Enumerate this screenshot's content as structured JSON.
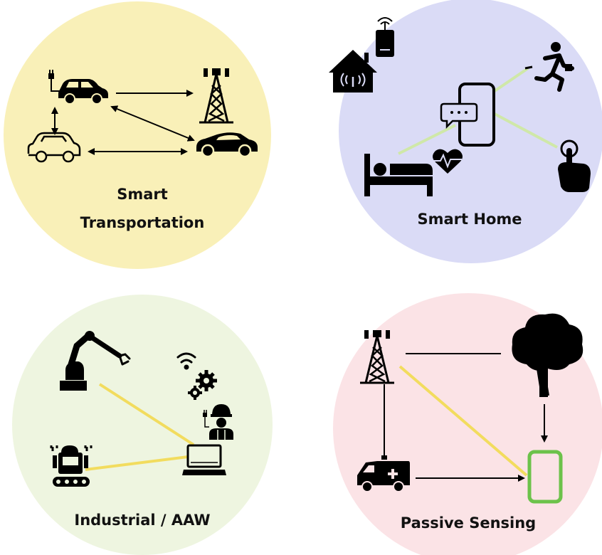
{
  "panels": {
    "transportation": {
      "title_line1": "Smart",
      "title_line2": "Transportation",
      "color": "#f9f0b8"
    },
    "home": {
      "title": "Smart Home",
      "color": "#dadbf6"
    },
    "industrial": {
      "title": "Industrial / AAW",
      "color": "#eef5e0"
    },
    "passive": {
      "title": "Passive Sensing",
      "color": "#fbe3e6"
    }
  },
  "colors": {
    "ink": "#000000",
    "yellow_link": "#f2dc5e",
    "green_link": "#cfe8a8",
    "phone_green": "#6cc24a"
  },
  "icons": [
    "car-icon",
    "ev-plug-icon",
    "car-outline-icon",
    "cell-tower-icon",
    "sports-car-icon",
    "router-icon",
    "house-wifi-icon",
    "smartphone-icon",
    "chat-bubble-icon",
    "runner-icon",
    "bed-icon",
    "heart-rate-icon",
    "tap-finger-icon",
    "robot-arm-icon",
    "wifi-icon",
    "gears-icon",
    "worker-icon",
    "laptop-icon",
    "robot-icon",
    "tree-icon",
    "ambulance-icon"
  ]
}
